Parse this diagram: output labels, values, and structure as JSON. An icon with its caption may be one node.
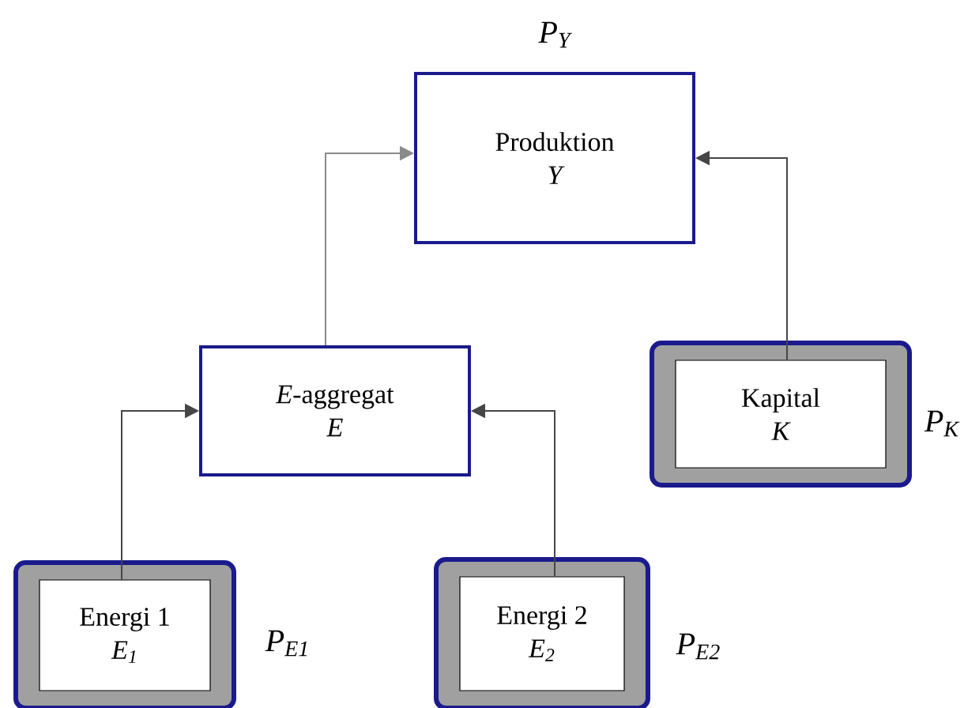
{
  "diagram": {
    "nodes": [
      {
        "text": [
          "Produktion",
          "Y"
        ],
        "beside": [
          "P$_{Y}$"
        ]
      },
      {
        "text": [
          "*E*-aggregat",
          "E"
        ]
      },
      {
        "text": [
          "Kapital",
          "K"
        ],
        "beside": [
          "P$_{K}$"
        ]
      },
      {
        "text": [
          "Energi 1",
          "E$_{1}$"
        ],
        "beside": [
          "P$_{E1}$"
        ]
      },
      {
        "text": [
          "Energi 2",
          "E$_{2}$"
        ],
        "beside": [
          "P$_{E2}$"
        ]
      }
    ],
    "edges": [
      {
        "from": 1,
        "to": 0,
        "arrow": "to",
        "color": "#8a8a8a"
      },
      {
        "from": 2,
        "to": 0,
        "arrow": "to"
      },
      {
        "from": 3,
        "to": 1,
        "arrow": "to"
      },
      {
        "from": 4,
        "to": 1,
        "arrow": "to"
      }
    ]
  }
}
